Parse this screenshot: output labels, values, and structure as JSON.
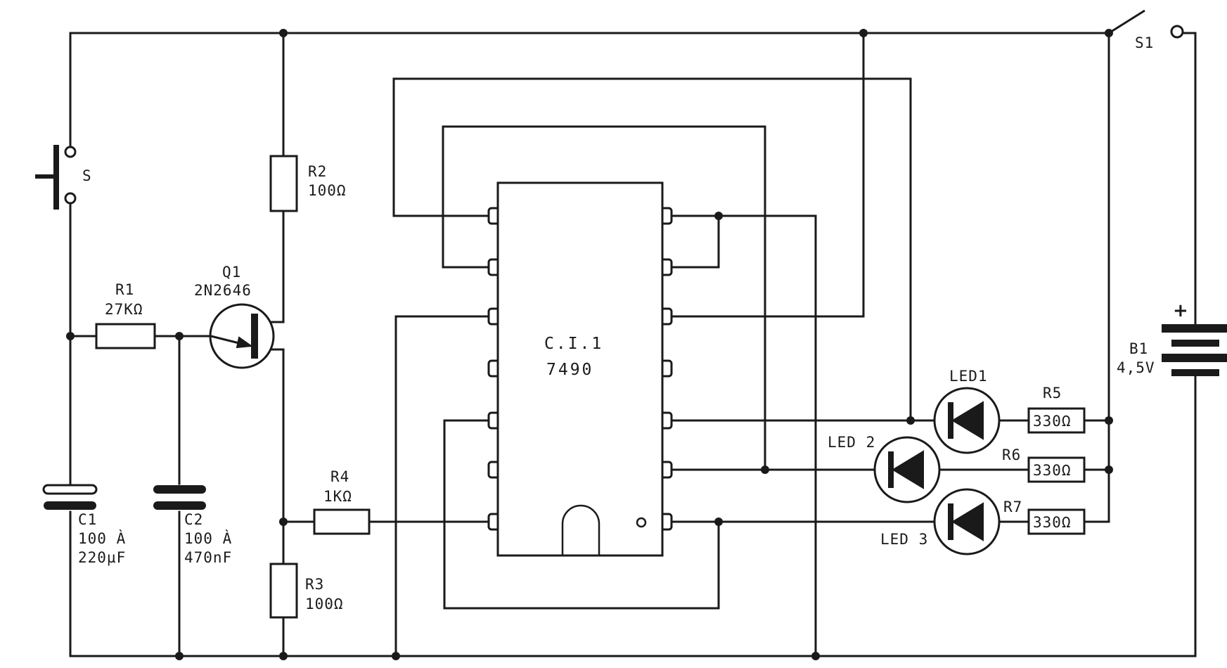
{
  "switch_s": {
    "label": "S"
  },
  "switch_s1": {
    "label": "S1"
  },
  "r1": {
    "name": "R1",
    "value": "27KΩ"
  },
  "r2": {
    "name": "R2",
    "value": "100Ω"
  },
  "r3": {
    "name": "R3",
    "value": "100Ω"
  },
  "r4": {
    "name": "R4",
    "value": "1KΩ"
  },
  "r5": {
    "name": "R5",
    "value": "330Ω"
  },
  "r6": {
    "name": "R6",
    "value": "330Ω"
  },
  "r7": {
    "name": "R7",
    "value": "330Ω"
  },
  "q1": {
    "name": "Q1",
    "type": "2N2646"
  },
  "c1": {
    "name": "C1",
    "range": "100 À",
    "value": "220µF"
  },
  "c2": {
    "name": "C2",
    "range": "100 À",
    "value": "470nF"
  },
  "ic1": {
    "name": "C.I.1",
    "type": "7490"
  },
  "led1": {
    "name": "LED1"
  },
  "led2": {
    "name": "LED 2"
  },
  "led3": {
    "name": "LED 3"
  },
  "battery": {
    "name": "B1",
    "voltage": "4,5V",
    "polarity": "+"
  },
  "colors": {
    "ink": "#1a1a1a",
    "paper": "#ffffff"
  }
}
